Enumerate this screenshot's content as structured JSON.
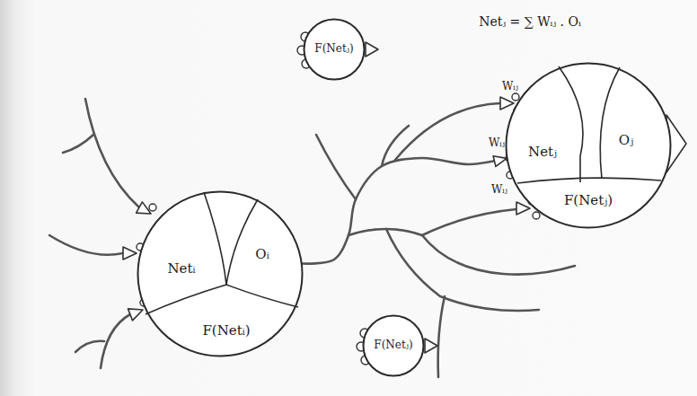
{
  "diagram": {
    "nodes": [
      {
        "text": [
          "F(Netⱼ)"
        ]
      },
      {
        "text": [
          "Netᵢ",
          "Oᵢ",
          "F(Netᵢ)"
        ]
      },
      {
        "text": [
          "Netⱼ",
          "Oⱼ",
          "F(Netⱼ)"
        ]
      },
      {
        "text": [
          "F(Netⱼ)"
        ]
      }
    ],
    "edges": [
      {
        "from": 1,
        "to": 2,
        "arrow": "to"
      }
    ],
    "labels": [
      "Netⱼ = ∑ Wᵢⱼ . Oᵢ",
      "Wᵢⱼ",
      "Wᵢⱼ",
      "Wᵢⱼ"
    ]
  }
}
